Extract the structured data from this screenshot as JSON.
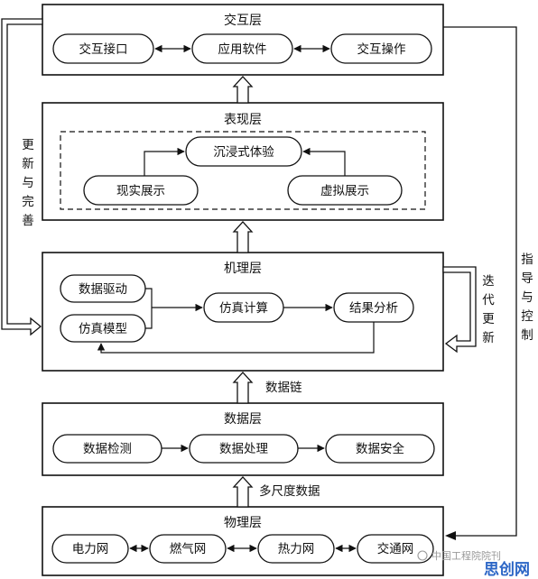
{
  "layers": {
    "interaction": {
      "title": "交互层",
      "nodes": [
        "交互接口",
        "应用软件",
        "交互操作"
      ]
    },
    "presentation": {
      "title": "表现层",
      "top_node": "沉浸式体验",
      "left_node": "现实展示",
      "right_node": "虚拟展示"
    },
    "mechanism": {
      "title": "机理层",
      "nodes": [
        "数据驱动",
        "仿真模型",
        "仿真计算",
        "结果分析"
      ]
    },
    "data": {
      "title": "数据层",
      "nodes": [
        "数据检测",
        "数据处理",
        "数据安全"
      ]
    },
    "physical": {
      "title": "物理层",
      "nodes": [
        "电力网",
        "燃气网",
        "热力网",
        "交通网"
      ]
    }
  },
  "connectors": {
    "data_chain": "数据链",
    "multi_scale": "多尺度数据",
    "left_feedback": [
      "更",
      "新",
      "与",
      "完",
      "善"
    ],
    "right_guidance": [
      "指",
      "导",
      "与",
      "控",
      "制"
    ],
    "iteration": [
      "迭",
      "代",
      "更",
      "新"
    ]
  },
  "watermark": {
    "source": "中国工程院院刊",
    "brand": "思创网"
  }
}
